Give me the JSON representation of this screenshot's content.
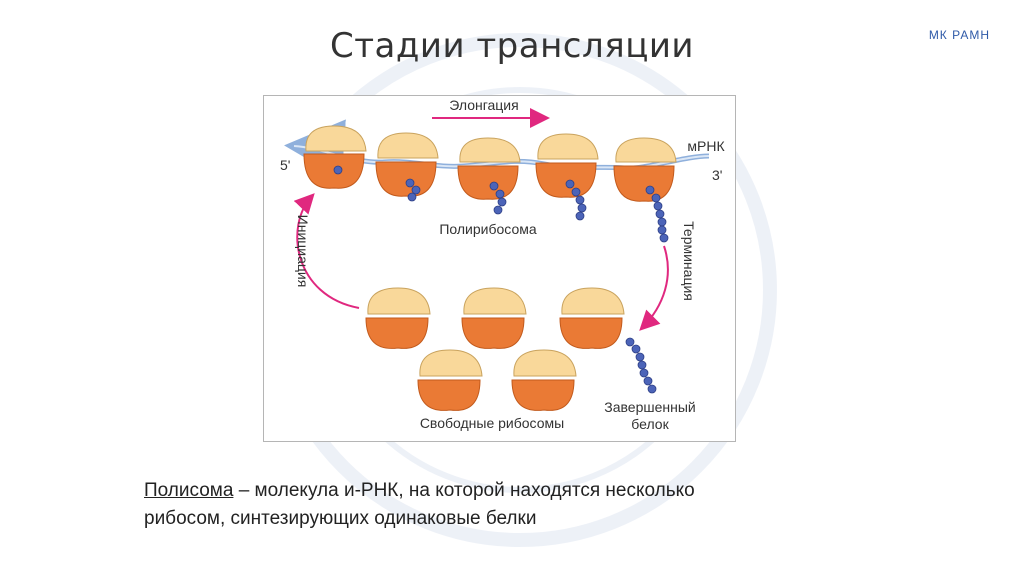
{
  "slide": {
    "title": "Стадии трансляции",
    "logo": "МК РАМН"
  },
  "diagram": {
    "elongation": "Элонгация",
    "mrna": "мРНК",
    "five_prime": "5'",
    "three_prime": "3'",
    "polyribosome": "Полирибосома",
    "initiation": "Инициация",
    "termination": "Терминация",
    "free_ribosomes": "Свободные рибосомы",
    "finished_protein_1": "Завершенный",
    "finished_protein_2": "белок"
  },
  "caption": {
    "term": "Полисома",
    "line1_rest": " – молекула и-РНК, на которой  находятся несколько",
    "line2": "рибосом, синтезирующих одинаковые белки"
  },
  "colors": {
    "ribosome_small": "#f9d89a",
    "ribosome_large": "#ea7a35",
    "arrow": "#e0287f",
    "mrna": "#a9c4e4",
    "protein_bead": "#4c64b8"
  }
}
